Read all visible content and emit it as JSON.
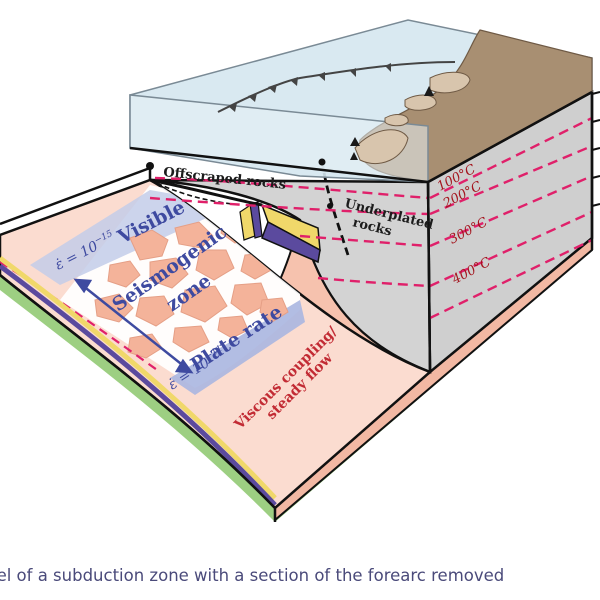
{
  "diagram": {
    "labels": {
      "offscraped": "Offscraped rocks",
      "underplated_1": "Underplated",
      "underplated_2": "rocks",
      "visible": "Visible",
      "seismogenic_1": "Seismogenic",
      "seismogenic_2": "zone",
      "plate_rate": "Plate rate",
      "viscous_1": "Viscous coupling/",
      "viscous_2": "steady flow",
      "strain_rate_top": "ε̇ = 10",
      "strain_rate_top_exp": "−15",
      "strain_rate_bottom": "ε̇ = 10",
      "strain_rate_bottom_exp": "−11"
    },
    "isotherms": [
      "100°C",
      "200°C",
      "300°C",
      "400°C"
    ],
    "colors": {
      "water": "#d5e7ef",
      "land": "#a88f72",
      "forearc_gray": "#d0d0d0",
      "mantle_pink": "#f6c2ae",
      "slab_surface_pink": "#fbdcd0",
      "isotherm_dash": "#e0206a",
      "visible_band": "#c3cde9",
      "plate_rate_band": "#aab6e0",
      "slab_purple": "#5b4a9e",
      "slab_yellow": "#f0d86a",
      "slab_green": "#9dcf82",
      "blue_text": "#3e4aa0"
    }
  },
  "caption": "odel of a subduction zone with a section of the forearc removed"
}
